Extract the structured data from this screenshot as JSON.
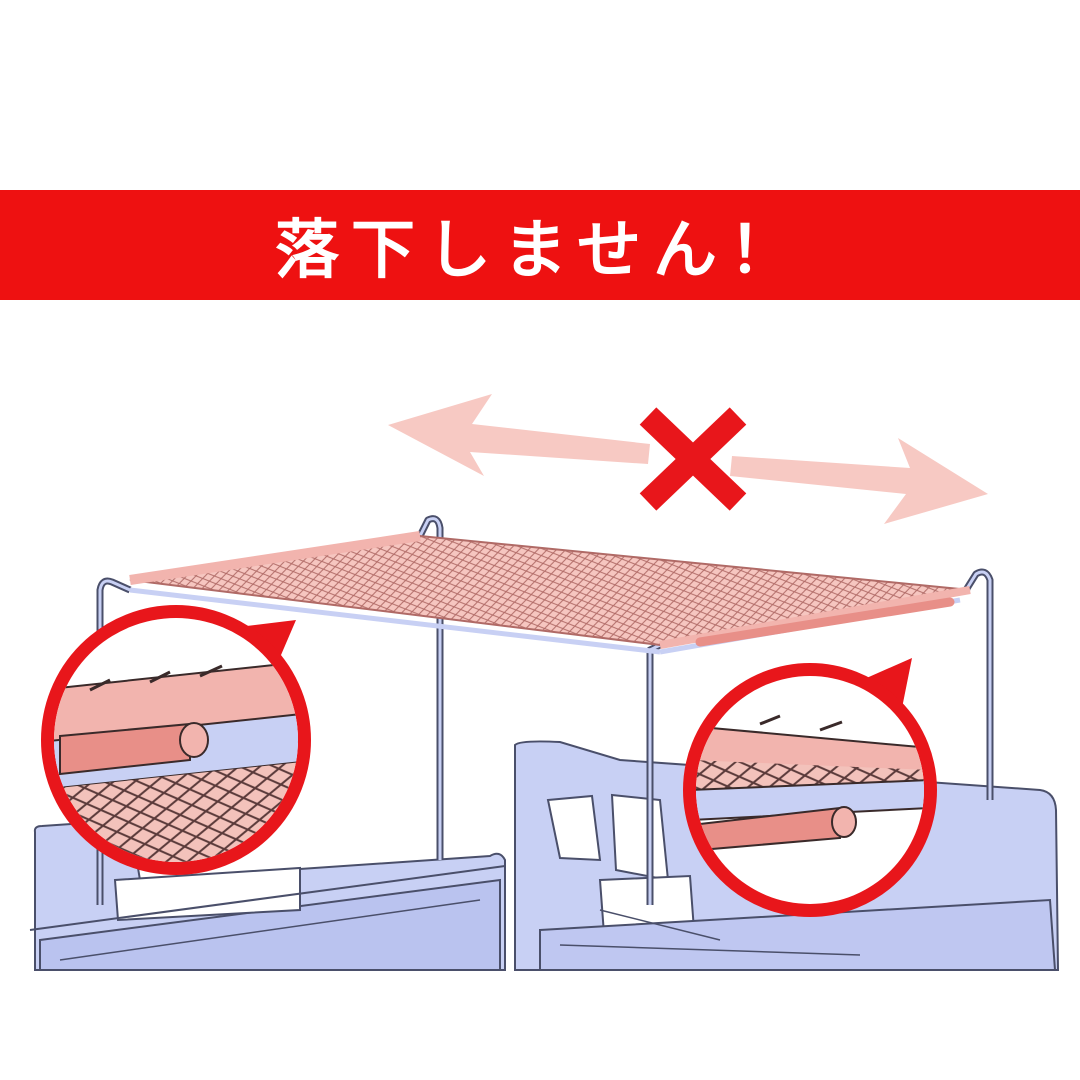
{
  "banner": {
    "text": "落下しません！",
    "background_color": "#ee1111",
    "text_color": "#ffffff"
  },
  "illustration": {
    "description_icons": [
      "double-arrow-icon",
      "cross-mark-icon",
      "magnifier-callout-left",
      "magnifier-callout-right"
    ],
    "colors": {
      "rack_blue": "#c8d0f4",
      "rack_outline": "#4a4f6a",
      "shelf_pink": "#f2b4ae",
      "arrow_pink": "#f7c9c3",
      "cross_red": "#e8161b",
      "callout_red": "#e8161b"
    }
  }
}
